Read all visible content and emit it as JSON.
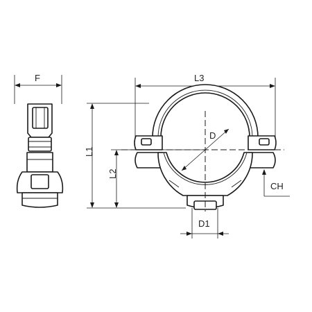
{
  "labels": {
    "f": "F",
    "l3": "L3",
    "l1": "L1",
    "l2": "L2",
    "d": "D",
    "d1": "D1",
    "ch": "CH"
  },
  "colors": {
    "line": "#1a1a1a",
    "background": "#ffffff"
  }
}
